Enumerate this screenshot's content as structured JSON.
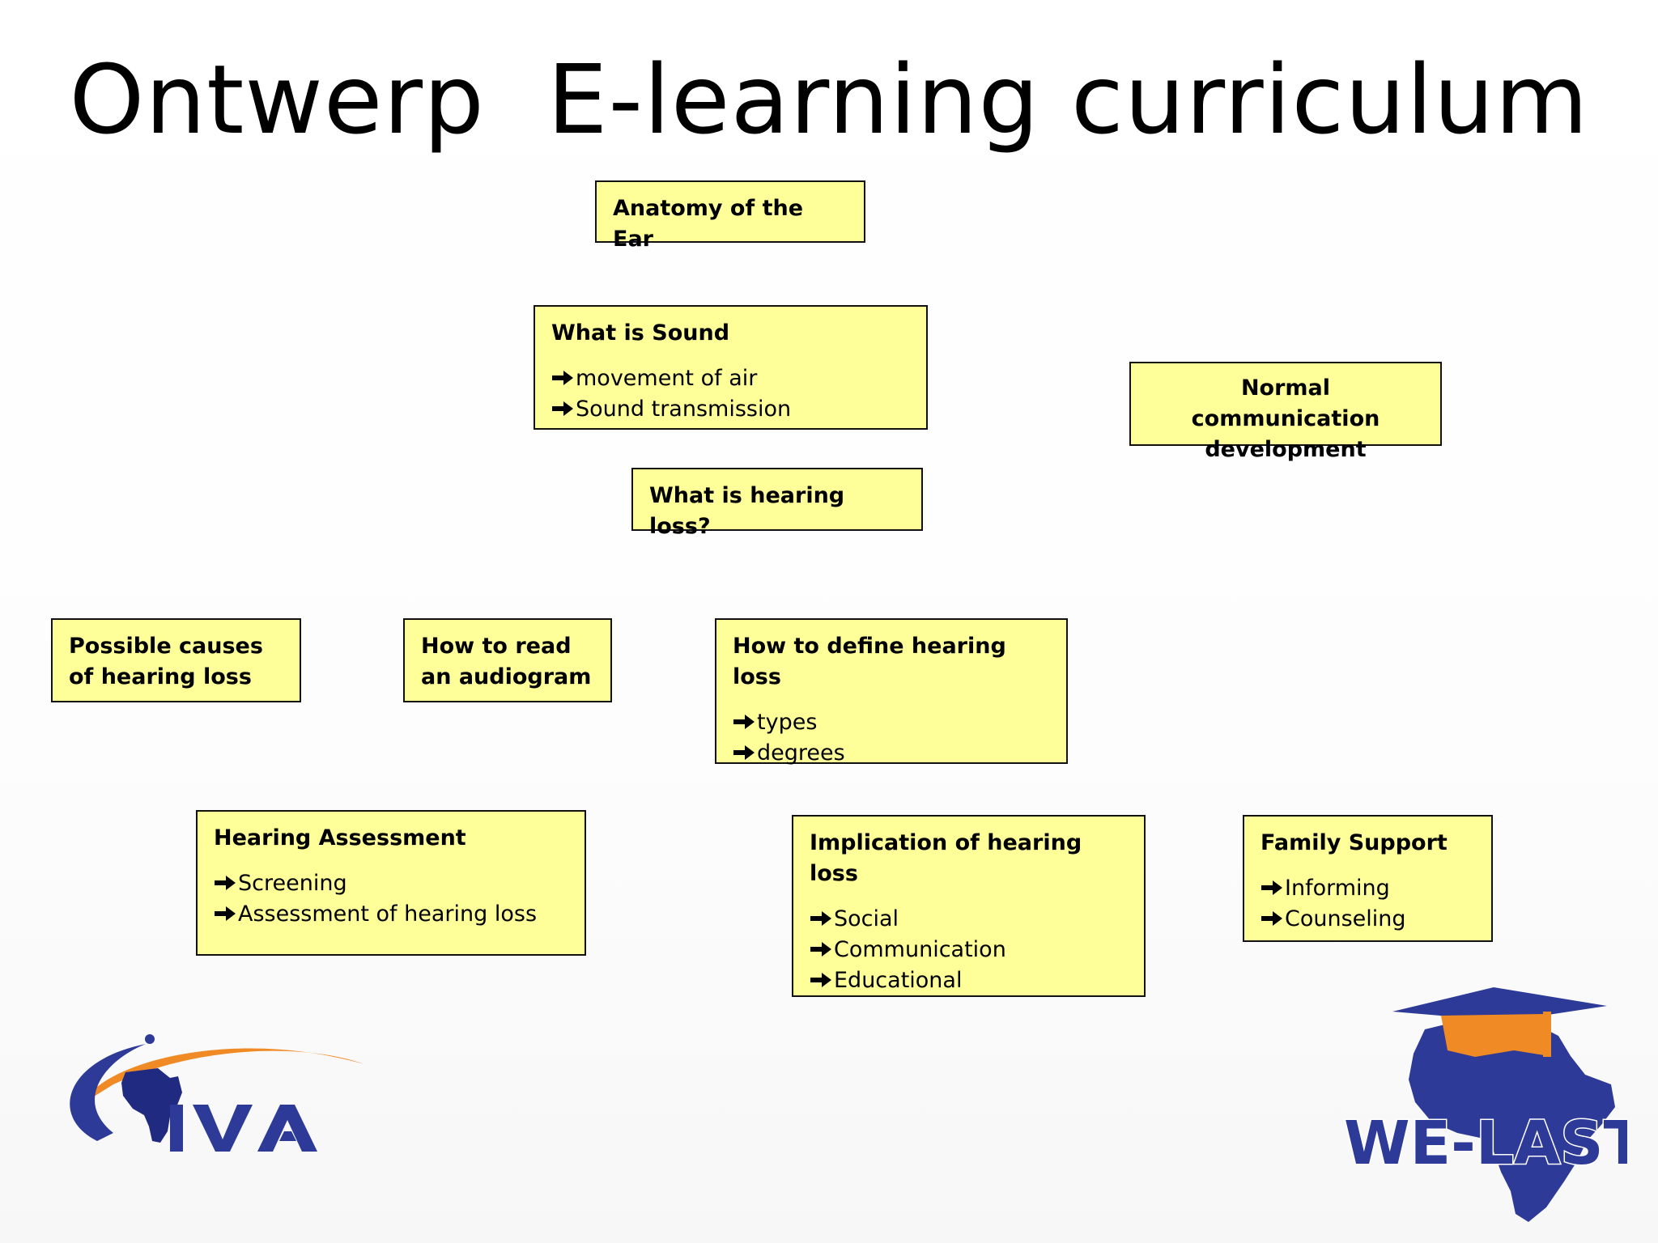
{
  "title": "Ontwerp  E-learning curriculum",
  "colors": {
    "box_fill": "#ffff99",
    "box_border": "#111111",
    "logo_blue": "#2d3a97",
    "logo_orange": "#f08a24"
  },
  "boxes": {
    "anatomy": {
      "heading": "Anatomy of the Ear"
    },
    "sound": {
      "heading": "What is Sound",
      "items": [
        "movement of air",
        "Sound transmission"
      ]
    },
    "normal_comm": {
      "heading": "Normal communication development"
    },
    "hearing_loss": {
      "heading": "What is hearing loss?"
    },
    "causes": {
      "heading": "Possible causes of hearing loss"
    },
    "audiogram": {
      "heading": "How to read an audiogram"
    },
    "define": {
      "heading": "How to define hearing loss",
      "items": [
        "types",
        "degrees"
      ]
    },
    "assessment": {
      "heading": "Hearing Assessment",
      "items": [
        "Screening",
        "Assessment of hearing loss"
      ]
    },
    "implication": {
      "heading": "Implication of hearing loss",
      "items": [
        "Social",
        "Communication",
        "Educational"
      ]
    },
    "family": {
      "heading": "Family Support",
      "items": [
        "Informing",
        "Counseling"
      ]
    }
  },
  "logos": {
    "left": "IVA",
    "right": "WE-LAST"
  },
  "icons": {
    "bullet": "right-arrow-icon",
    "left_logo": "africa-map-icon",
    "right_logo": "graduation-cap-africa-icon"
  }
}
